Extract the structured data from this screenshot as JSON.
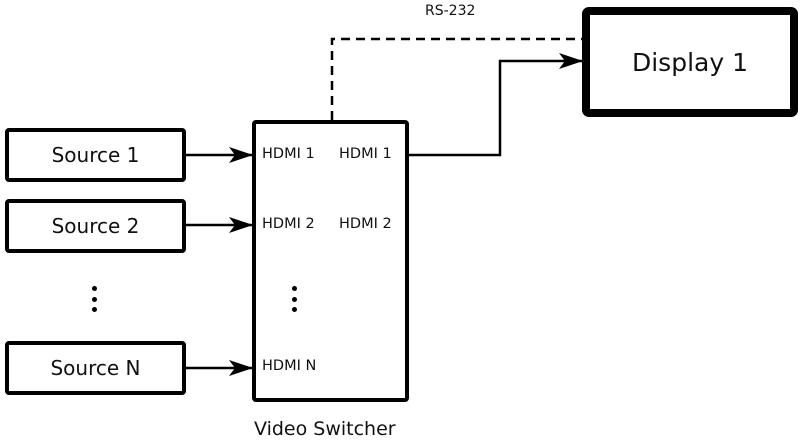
{
  "sources": [
    {
      "label": "Source 1"
    },
    {
      "label": "Source 2"
    },
    {
      "label": "Source N"
    }
  ],
  "switcher": {
    "caption": "Video Switcher",
    "inputs": [
      "HDMI 1",
      "HDMI 2",
      "HDMI N"
    ],
    "outputs": [
      "HDMI 1",
      "HDMI 2"
    ]
  },
  "display": {
    "label": "Display 1"
  },
  "control_link": {
    "label": "RS-232"
  },
  "colors": {
    "stroke": "#000000",
    "background": "#ffffff"
  }
}
